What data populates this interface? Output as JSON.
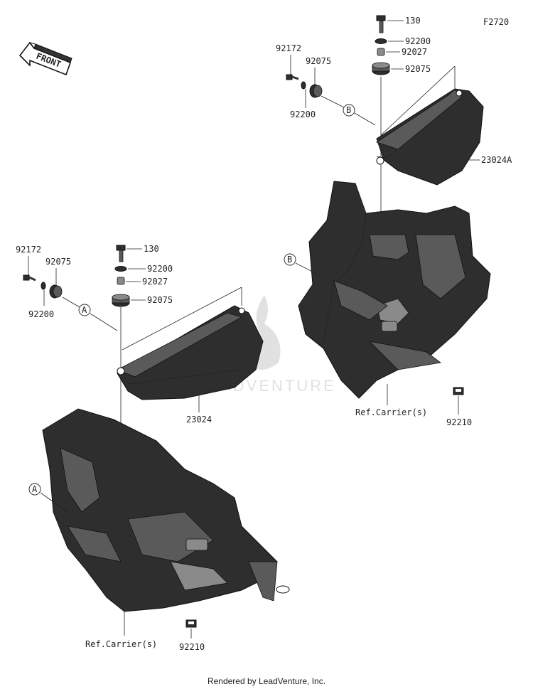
{
  "figure_code": "F2720",
  "front_label": "FRONT",
  "watermark": "LEADVENTURE",
  "footer": "Rendered by LeadVenture, Inc.",
  "left_assembly": {
    "labels": {
      "p92172": "92172",
      "p92075_top": "92075",
      "p92200_bottom": "92200",
      "p130": "130",
      "p92200": "92200",
      "p92027": "92027",
      "p92075": "92075",
      "p23024": "23024",
      "p92210": "92210",
      "ref": "Ref.Carrier(s)"
    },
    "callouts": {
      "a1": "A",
      "a2": "A"
    }
  },
  "right_assembly": {
    "labels": {
      "p130": "130",
      "p92200": "92200",
      "p92027": "92027",
      "p92075": "92075",
      "p92172": "92172",
      "p92075_top": "92075",
      "p92200_bottom": "92200",
      "p23024A": "23024A",
      "p92210": "92210",
      "ref": "Ref.Carrier(s)"
    },
    "callouts": {
      "b1": "B",
      "b2": "B"
    }
  },
  "colors": {
    "part_dark": "#2e2e2e",
    "part_mid": "#5a5a5a",
    "line": "#222222"
  }
}
